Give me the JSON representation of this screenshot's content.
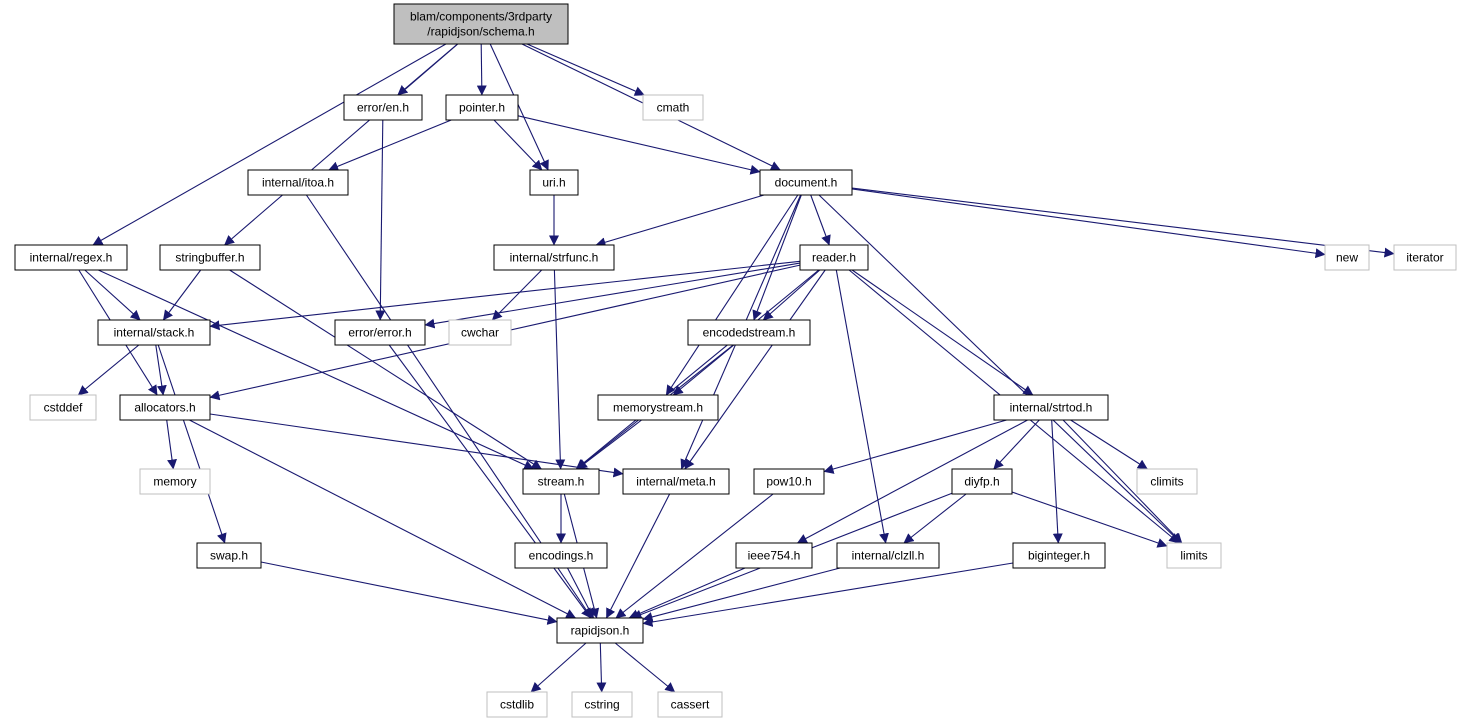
{
  "colors": {
    "edge": "#191970",
    "root_fill": "#bfbfbf",
    "node_fill": "#ffffff",
    "node_border": "#000000",
    "system_border": "#bfbfbf",
    "system_text": "#404040"
  },
  "nodes": {
    "root": {
      "lines": [
        "blam/components/3rdparty",
        "/rapidjson/schema.h"
      ],
      "kind": "root"
    },
    "error_en": {
      "lines": [
        "error/en.h"
      ],
      "kind": "file"
    },
    "pointer": {
      "lines": [
        "pointer.h"
      ],
      "kind": "file"
    },
    "cmath": {
      "lines": [
        "cmath"
      ],
      "kind": "system"
    },
    "itoa": {
      "lines": [
        "internal/itoa.h"
      ],
      "kind": "file"
    },
    "uri": {
      "lines": [
        "uri.h"
      ],
      "kind": "file"
    },
    "document": {
      "lines": [
        "document.h"
      ],
      "kind": "file"
    },
    "regex": {
      "lines": [
        "internal/regex.h"
      ],
      "kind": "file"
    },
    "stringbuffer": {
      "lines": [
        "stringbuffer.h"
      ],
      "kind": "file"
    },
    "strfunc": {
      "lines": [
        "internal/strfunc.h"
      ],
      "kind": "file"
    },
    "reader": {
      "lines": [
        "reader.h"
      ],
      "kind": "file"
    },
    "new": {
      "lines": [
        "new"
      ],
      "kind": "system"
    },
    "iterator": {
      "lines": [
        "iterator"
      ],
      "kind": "system"
    },
    "stack": {
      "lines": [
        "internal/stack.h"
      ],
      "kind": "file"
    },
    "error_error": {
      "lines": [
        "error/error.h"
      ],
      "kind": "file"
    },
    "cwchar": {
      "lines": [
        "cwchar"
      ],
      "kind": "system"
    },
    "encodedstream": {
      "lines": [
        "encodedstream.h"
      ],
      "kind": "file"
    },
    "cstddef": {
      "lines": [
        "cstddef"
      ],
      "kind": "system"
    },
    "allocators": {
      "lines": [
        "allocators.h"
      ],
      "kind": "file"
    },
    "memorystream": {
      "lines": [
        "memorystream.h"
      ],
      "kind": "file"
    },
    "strtod": {
      "lines": [
        "internal/strtod.h"
      ],
      "kind": "file"
    },
    "memory": {
      "lines": [
        "memory"
      ],
      "kind": "system"
    },
    "stream": {
      "lines": [
        "stream.h"
      ],
      "kind": "file"
    },
    "meta": {
      "lines": [
        "internal/meta.h"
      ],
      "kind": "file"
    },
    "pow10": {
      "lines": [
        "pow10.h"
      ],
      "kind": "file"
    },
    "diyfp": {
      "lines": [
        "diyfp.h"
      ],
      "kind": "file"
    },
    "climits": {
      "lines": [
        "climits"
      ],
      "kind": "system"
    },
    "swap": {
      "lines": [
        "swap.h"
      ],
      "kind": "file"
    },
    "encodings": {
      "lines": [
        "encodings.h"
      ],
      "kind": "file"
    },
    "ieee754": {
      "lines": [
        "ieee754.h"
      ],
      "kind": "file"
    },
    "clzll": {
      "lines": [
        "internal/clzll.h"
      ],
      "kind": "file"
    },
    "biginteger": {
      "lines": [
        "biginteger.h"
      ],
      "kind": "file"
    },
    "limits": {
      "lines": [
        "limits"
      ],
      "kind": "system"
    },
    "rapidjson": {
      "lines": [
        "rapidjson.h"
      ],
      "kind": "file"
    },
    "cstdlib": {
      "lines": [
        "cstdlib"
      ],
      "kind": "system"
    },
    "cstring": {
      "lines": [
        "cstring"
      ],
      "kind": "system"
    },
    "cassert": {
      "lines": [
        "cassert"
      ],
      "kind": "system"
    }
  },
  "edges": [
    [
      "root",
      "regex"
    ],
    [
      "root",
      "stringbuffer"
    ],
    [
      "root",
      "error_en"
    ],
    [
      "root",
      "pointer"
    ],
    [
      "root",
      "uri"
    ],
    [
      "root",
      "document"
    ],
    [
      "root",
      "cmath"
    ],
    [
      "error_en",
      "error_error"
    ],
    [
      "pointer",
      "itoa"
    ],
    [
      "pointer",
      "uri"
    ],
    [
      "pointer",
      "document"
    ],
    [
      "itoa",
      "rapidjson"
    ],
    [
      "uri",
      "strfunc"
    ],
    [
      "document",
      "strfunc"
    ],
    [
      "document",
      "reader"
    ],
    [
      "document",
      "memorystream"
    ],
    [
      "document",
      "encodedstream"
    ],
    [
      "document",
      "meta"
    ],
    [
      "document",
      "new"
    ],
    [
      "document",
      "iterator"
    ],
    [
      "document",
      "limits"
    ],
    [
      "regex",
      "stack"
    ],
    [
      "regex",
      "allocators"
    ],
    [
      "regex",
      "stream"
    ],
    [
      "stringbuffer",
      "stack"
    ],
    [
      "stringbuffer",
      "stream"
    ],
    [
      "strfunc",
      "stream"
    ],
    [
      "strfunc",
      "cwchar"
    ],
    [
      "reader",
      "stack"
    ],
    [
      "reader",
      "error_error"
    ],
    [
      "reader",
      "allocators"
    ],
    [
      "reader",
      "encodedstream"
    ],
    [
      "reader",
      "stream"
    ],
    [
      "reader",
      "meta"
    ],
    [
      "reader",
      "clzll"
    ],
    [
      "reader",
      "strtod"
    ],
    [
      "reader",
      "limits"
    ],
    [
      "stack",
      "cstddef"
    ],
    [
      "stack",
      "allocators"
    ],
    [
      "stack",
      "swap"
    ],
    [
      "error_error",
      "rapidjson"
    ],
    [
      "encodedstream",
      "memorystream"
    ],
    [
      "encodedstream",
      "stream"
    ],
    [
      "allocators",
      "memory"
    ],
    [
      "allocators",
      "meta"
    ],
    [
      "allocators",
      "rapidjson"
    ],
    [
      "memorystream",
      "stream"
    ],
    [
      "strtod",
      "pow10"
    ],
    [
      "strtod",
      "ieee754"
    ],
    [
      "strtod",
      "diyfp"
    ],
    [
      "strtod",
      "biginteger"
    ],
    [
      "strtod",
      "climits"
    ],
    [
      "strtod",
      "limits"
    ],
    [
      "stream",
      "encodings"
    ],
    [
      "stream",
      "rapidjson"
    ],
    [
      "meta",
      "rapidjson"
    ],
    [
      "pow10",
      "rapidjson"
    ],
    [
      "diyfp",
      "clzll"
    ],
    [
      "diyfp",
      "limits"
    ],
    [
      "diyfp",
      "rapidjson"
    ],
    [
      "swap",
      "rapidjson"
    ],
    [
      "encodings",
      "rapidjson"
    ],
    [
      "ieee754",
      "rapidjson"
    ],
    [
      "clzll",
      "rapidjson"
    ],
    [
      "biginteger",
      "rapidjson"
    ],
    [
      "rapidjson",
      "cstdlib"
    ],
    [
      "rapidjson",
      "cstring"
    ],
    [
      "rapidjson",
      "cassert"
    ]
  ]
}
